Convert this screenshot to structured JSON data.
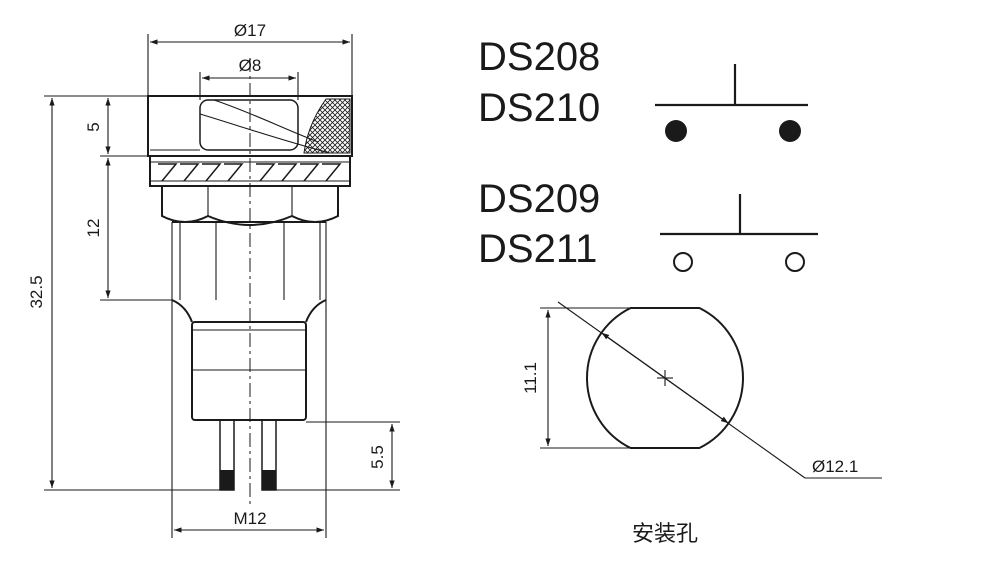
{
  "left_view": {
    "dim_dia17": "Ø17",
    "dim_dia8": "Ø8",
    "dim_5": "5",
    "dim_12": "12",
    "dim_32_5": "32.5",
    "dim_5_5": "5.5",
    "dim_m12": "M12"
  },
  "symbol_filled_contacts": {
    "model_a": "DS208",
    "model_b": "DS210"
  },
  "symbol_open_contacts": {
    "model_a": "DS209",
    "model_b": "DS211"
  },
  "mounting_hole": {
    "dim_11_1": "11.1",
    "dim_dia12_1": "Ø12.1",
    "caption": "安装孔"
  },
  "colors": {
    "ink": "#1a1a1a",
    "background": "#ffffff"
  }
}
